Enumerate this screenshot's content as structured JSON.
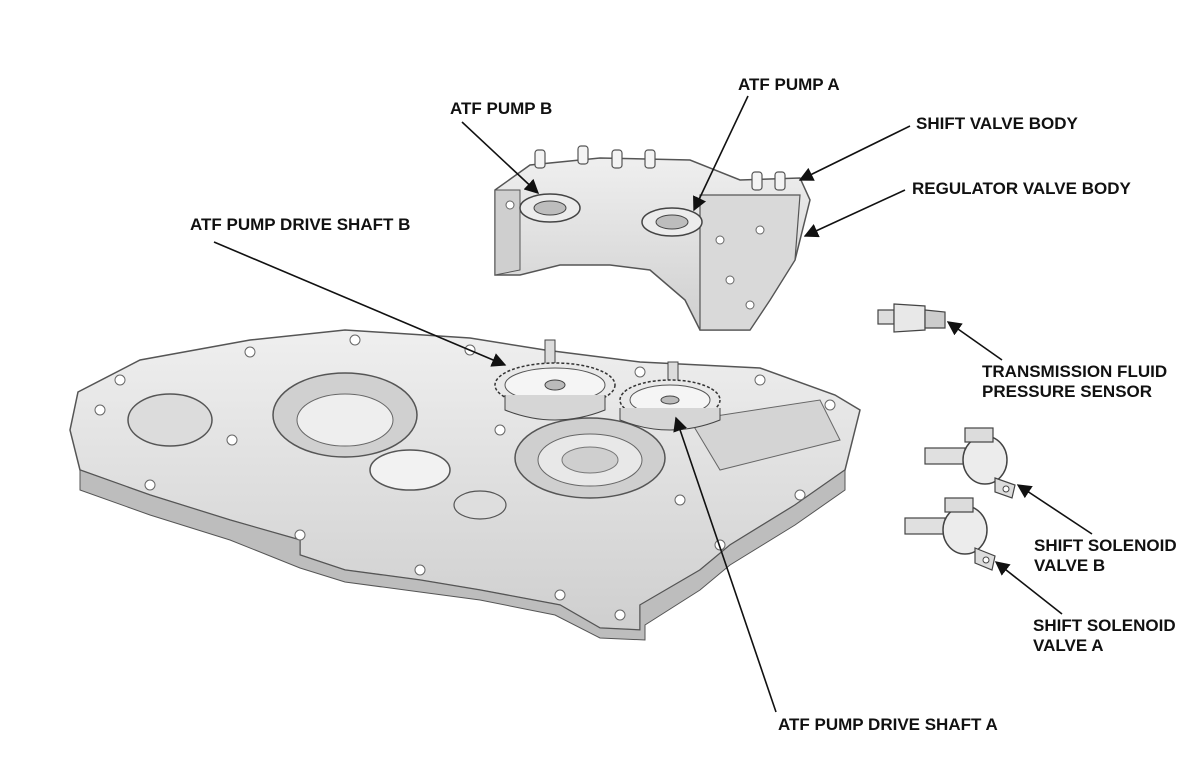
{
  "labels": {
    "atf_pump_a": "ATF PUMP A",
    "atf_pump_b": "ATF PUMP B",
    "shift_valve_body": "SHIFT VALVE BODY",
    "regulator_valve_body": "REGULATOR VALVE BODY",
    "atf_pump_drive_shaft_b": "ATF PUMP DRIVE SHAFT B",
    "transmission_fluid_pressure_sensor": [
      "TRANSMISSION FLUID",
      "PRESSURE SENSOR"
    ],
    "shift_solenoid_valve_b": [
      "SHIFT SOLENOID",
      "VALVE B"
    ],
    "shift_solenoid_valve_a": [
      "SHIFT SOLENOID",
      "VALVE A"
    ],
    "atf_pump_drive_shaft_a": "ATF PUMP DRIVE SHAFT A"
  },
  "colors": {
    "ink": "#111111",
    "part_fill": "#e6e6e6",
    "part_shade": "#c8c8c8",
    "part_edge": "#555555"
  }
}
